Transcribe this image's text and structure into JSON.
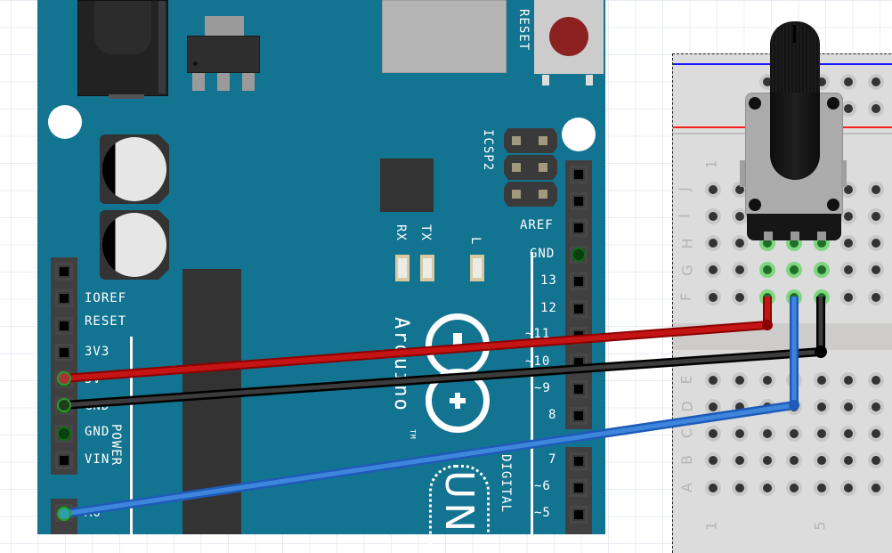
{
  "arduino": {
    "logo_text": "Arduino",
    "trademark": "TM",
    "model_text": "UN",
    "reset_label": "RESET",
    "icsp_label": "ICSP2",
    "led_labels": {
      "rx": "RX",
      "tx": "TX",
      "l": "L"
    },
    "section_labels": {
      "power": "POWER",
      "digital": "DIGITAL"
    },
    "power_header": [
      "",
      "IOREF",
      "RESET",
      "3V3",
      "5V",
      "GND",
      "GND",
      "VIN"
    ],
    "analog_header": [
      "A0"
    ],
    "digital_header_top": [
      "AREF",
      "GND",
      "13",
      "12",
      "~11",
      "~10",
      "~9",
      "8"
    ],
    "digital_header_bottom": [
      "7",
      "~6",
      "~5"
    ]
  },
  "breadboard": {
    "row_labels_top": [
      "J",
      "I",
      "H",
      "G",
      "F"
    ],
    "row_labels_bottom": [
      "E",
      "D",
      "C",
      "B",
      "A"
    ],
    "column_labels": [
      "1",
      "5"
    ],
    "rail_colors": {
      "negative": "#1a1aff",
      "positive": "#ff2020"
    }
  },
  "component": {
    "name": "Rotary Potentiometer",
    "pins": [
      "left",
      "wiper",
      "right"
    ]
  },
  "wires": [
    {
      "name": "red-5v-wire",
      "color": "#c41414",
      "from": "5V",
      "to": "pot-left"
    },
    {
      "name": "black-gnd-wire",
      "color": "#303030",
      "from": "GND",
      "to": "pot-right"
    },
    {
      "name": "blue-a0-wire",
      "color": "#3a7fd6",
      "from": "A0",
      "to": "pot-wiper"
    }
  ]
}
